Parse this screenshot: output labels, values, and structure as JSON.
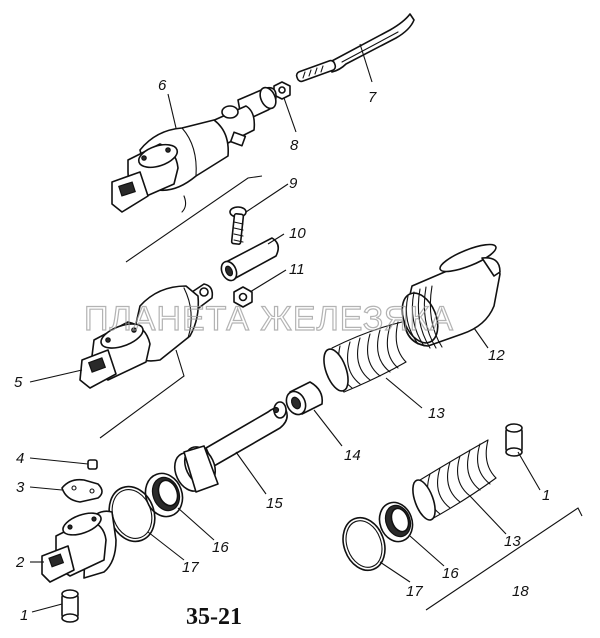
{
  "figure_id": "35-21",
  "watermark": "ПЛАНЕТА ЖЕЛЕЗЯКА",
  "callouts": {
    "c1a": "1",
    "c1b": "1",
    "c2": "2",
    "c3": "3",
    "c4": "4",
    "c5": "5",
    "c6": "6",
    "c7": "7",
    "c8": "8",
    "c9": "9",
    "c10": "10",
    "c11": "11",
    "c12": "12",
    "c13a": "13",
    "c13b": "13",
    "c14": "14",
    "c15": "15",
    "c16a": "16",
    "c16b": "16",
    "c17a": "17",
    "c17b": "17",
    "c18": "18"
  },
  "colors": {
    "ink": "#111111",
    "paper": "#ffffff",
    "watermark": "#9a9a9a"
  }
}
